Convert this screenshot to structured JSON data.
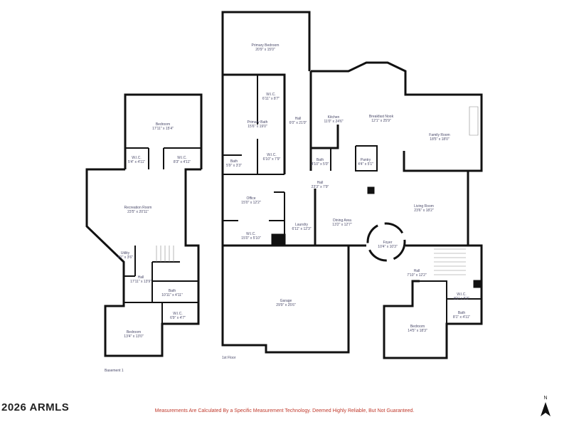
{
  "floors": {
    "basement": {
      "label": "Basement 1",
      "rooms": [
        {
          "name": "Bedroom",
          "dims": "17'11\" x 15'4\""
        },
        {
          "name": "W.I.C.",
          "dims": "5'4\" x 4'11\""
        },
        {
          "name": "W.I.C.",
          "dims": "8'3\" x 4'11\""
        },
        {
          "name": "Recreation Room",
          "dims": "23'5\" x 20'11\""
        },
        {
          "name": "Utility",
          "dims": "4'1\" x 3'6\""
        },
        {
          "name": "Hall",
          "dims": "17'11\" x 13'9\""
        },
        {
          "name": "Bath",
          "dims": "10'11\" x 4'11\""
        },
        {
          "name": "W.I.C.",
          "dims": "6'9\" x 4'7\""
        },
        {
          "name": "Bedroom",
          "dims": "13'4\" x 13'0\""
        }
      ]
    },
    "first": {
      "label": "1st Floor",
      "rooms": [
        {
          "name": "Primary Bedroom",
          "dims": "20'9\" x 15'0\""
        },
        {
          "name": "W.I.C.",
          "dims": "6'11\" x 8'7\""
        },
        {
          "name": "Primary Bath",
          "dims": "15'6\" x 19'0\""
        },
        {
          "name": "Hall",
          "dims": "6'0\" x 21'0\""
        },
        {
          "name": "W.I.C.",
          "dims": "6'10\" x 7'9\""
        },
        {
          "name": "Bath",
          "dims": "5'9\" x 3'3\""
        },
        {
          "name": "Kitchen",
          "dims": "11'0\" x 24'6\""
        },
        {
          "name": "Breakfast Nook",
          "dims": "12'1\" x 25'9\""
        },
        {
          "name": "Family Room",
          "dims": "18'5\" x 18'0\""
        },
        {
          "name": "Bath",
          "dims": "4'10\" x 5'0\""
        },
        {
          "name": "Pantry",
          "dims": "4'4\" x 5'1\""
        },
        {
          "name": "Hall",
          "dims": "23'3\" x 7'9\""
        },
        {
          "name": "Office",
          "dims": "15'0\" x 12'2\""
        },
        {
          "name": "Laundry",
          "dims": "6'11\" x 12'3\""
        },
        {
          "name": "Dining Area",
          "dims": "13'2\" x 12'7\""
        },
        {
          "name": "Living Room",
          "dims": "23'6\" x 18'2\""
        },
        {
          "name": "W.I.C.",
          "dims": "15'0\" x 5'10\""
        },
        {
          "name": "Foyer",
          "dims": "10'4\" x 10'3\""
        },
        {
          "name": "Hall",
          "dims": "7'10\" x 12'2\""
        },
        {
          "name": "W.I.C.",
          "dims": "8'1\" x 5'3\""
        },
        {
          "name": "Bath",
          "dims": "8'1\" x 4'11\""
        },
        {
          "name": "Garage",
          "dims": "29'9\" x 25'6\""
        },
        {
          "name": "Bedroom",
          "dims": "14'5\" x 18'3\""
        }
      ]
    }
  },
  "footer": {
    "logo": "2026 ARMLS",
    "disclaimer": "Measurements Are Calculated By a Specific Measurement Technology. Deemed Highly Reliable, But Not Guaranteed.",
    "north_label": "N",
    "disclaimer_color": "#c0392b"
  }
}
